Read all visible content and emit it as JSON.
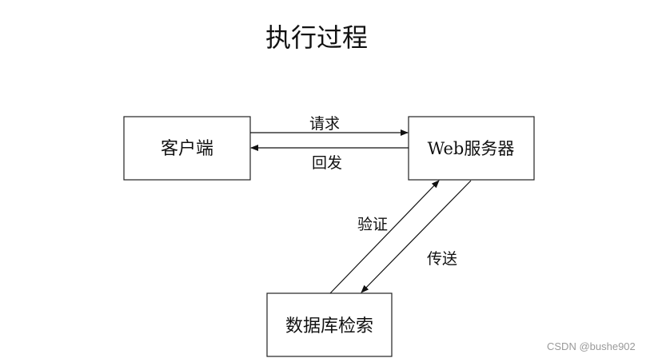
{
  "title": "执行过程",
  "nodes": {
    "client": {
      "label": "客户端"
    },
    "server": {
      "label": "Web服务器"
    },
    "database": {
      "label": "数据库检索"
    }
  },
  "edges": {
    "request": {
      "label": "请求",
      "from": "client",
      "to": "server"
    },
    "reply": {
      "label": "回发",
      "from": "server",
      "to": "client"
    },
    "verify": {
      "label": "验证",
      "from": "database",
      "to": "server"
    },
    "transfer": {
      "label": "传送",
      "from": "server",
      "to": "database"
    }
  },
  "watermark": "CSDN @bushe902"
}
